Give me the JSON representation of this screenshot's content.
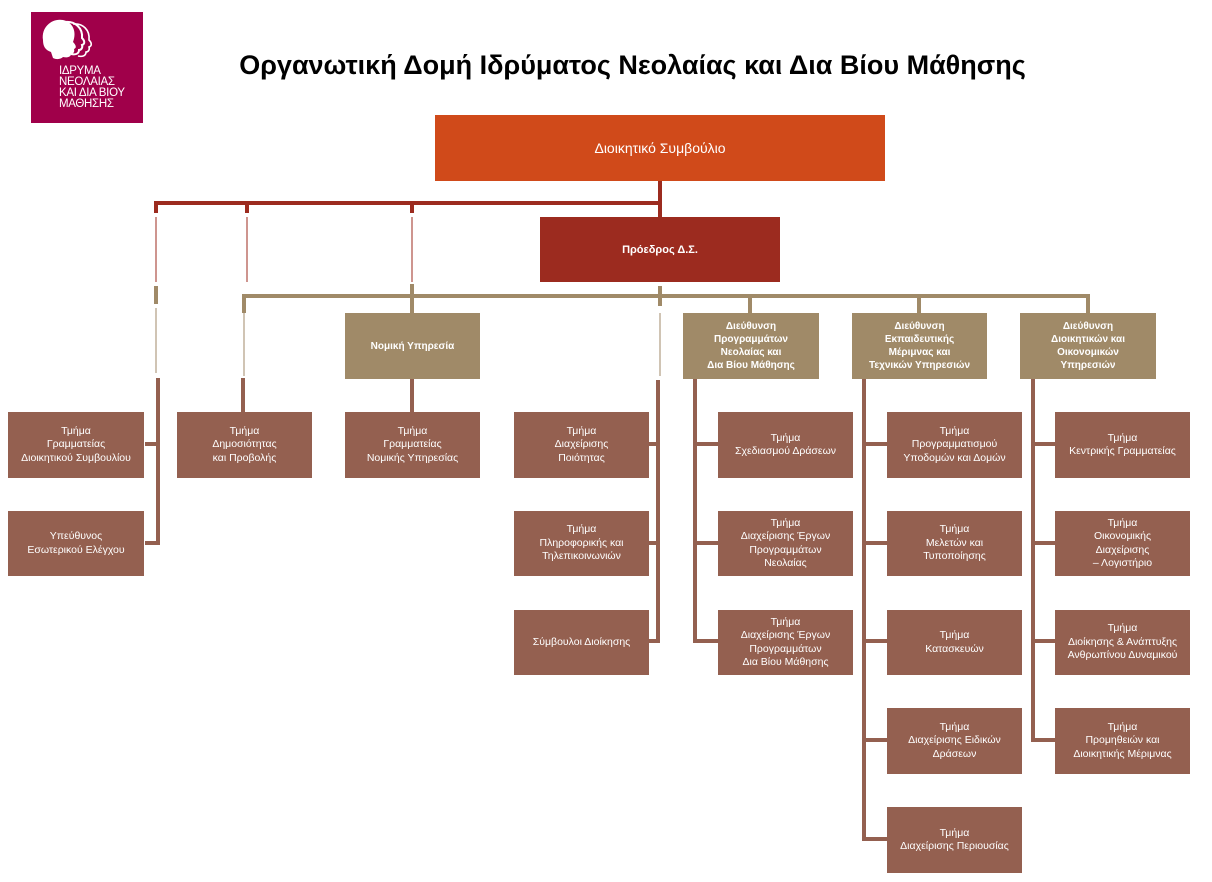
{
  "logo": {
    "lines": [
      "ΙΔΡΥΜΑ",
      "ΝΕΟΛΑΙΑΣ",
      "ΚΑΙ ΔΙΑ ΒΙΟΥ",
      "ΜΑΘΗΣΗΣ"
    ]
  },
  "title": "Οργανωτική Δομή Ιδρύματος Νεολαίας και Δια Βίου Μάθησης",
  "colors": {
    "logo_bg": "#a0004a",
    "board": "#d04a1a",
    "president": "#9c2b1f",
    "directorate": "#a08a68",
    "department": "#946050",
    "line_dark": "#9c2b1f",
    "line_tan": "#a08a68",
    "line_brown": "#946050"
  },
  "board": "Διοικητικό Συμβούλιο",
  "president": "Πρόεδρος Δ.Σ.",
  "left_units": {
    "secretariat": "Τμήμα\nΓραμματείας\nΔιοικητικού Συμβουλίου",
    "internal_audit": "Υπεύθυνος\nΕσωτερικού Ελέγχου",
    "publicity": "Τμήμα\nΔημοσιότητας\nκαι Προβολής"
  },
  "legal": {
    "name": "Νομική Υπηρεσία",
    "departments": [
      "Τμήμα\nΓραμματείας\nΝομικής Υπηρεσίας"
    ]
  },
  "president_units": [
    "Τμήμα\nΔιαχείρισης\nΠοιότητας",
    "Τμήμα\nΠληροφορικής και\nΤηλεπικοινωνιών",
    "Σύμβουλοι Διοίκησης"
  ],
  "directorates": [
    {
      "name": "Διεύθυνση\nΠρογραμμάτων\nΝεολαίας και\nΔια Βίου Μάθησης",
      "departments": [
        "Τμήμα\nΣχεδιασμού Δράσεων",
        "Τμήμα\nΔιαχείρισης Έργων\nΠρογραμμάτων\nΝεολαίας",
        "Τμήμα\nΔιαχείρισης Έργων\nΠρογραμμάτων\nΔια Βίου Μάθησης"
      ]
    },
    {
      "name": "Διεύθυνση\nΕκπαιδευτικής\nΜέριμνας και\nΤεχνικών Υπηρεσιών",
      "departments": [
        "Τμήμα\nΠρογραμματισμού\nΥποδομών και Δομών",
        "Τμήμα\nΜελετών και\nΤυποποίησης",
        "Τμήμα\nΚατασκευών",
        "Τμήμα\nΔιαχείρισης Ειδικών\nΔράσεων",
        "Τμήμα\nΔιαχείρισης Περιουσίας"
      ]
    },
    {
      "name": "Διεύθυνση\nΔιοικητικών και\nΟικονομικών\nΥπηρεσιών",
      "departments": [
        "Τμήμα\nΚεντρικής Γραμματείας",
        "Τμήμα\nΟικονομικής\nΔιαχείρισης\n– Λογιστήριο",
        "Τμήμα\nΔιοίκησης & Ανάπτυξης\nΑνθρωπίνου Δυναμικού",
        "Τμήμα\nΠρομηθειών και\nΔιοικητικής Μέριμνας"
      ]
    }
  ]
}
